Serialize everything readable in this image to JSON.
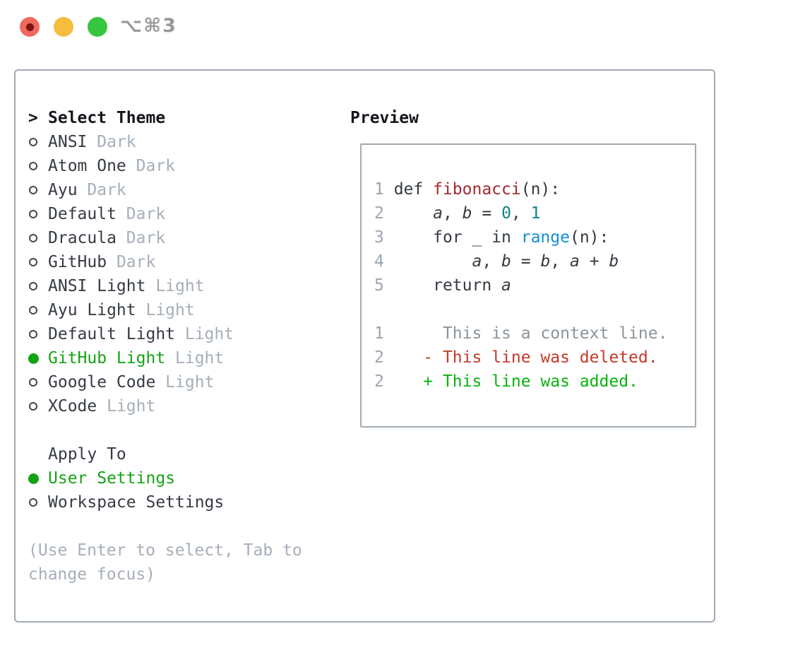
{
  "window": {
    "title": "⌥⌘3",
    "controls": [
      {
        "name": "close",
        "color": "#f1695e",
        "inner_dot_color": "#7d1512"
      },
      {
        "name": "minimize",
        "color": "#f6bd3f"
      },
      {
        "name": "zoom",
        "color": "#37c63f"
      }
    ]
  },
  "colors": {
    "panel_border": "#a2abb4",
    "heading_text": "#14171c",
    "item_text": "#363b44",
    "muted_text": "#a6aeb9",
    "selected_green": "#16a316",
    "line_number": "#9aa5b2",
    "code_plain": "#343a41",
    "function_red": "#a5282e",
    "number_teal": "#0c8289",
    "builtin_blue": "#148fd0",
    "diff_context_gray": "#8b949c",
    "diff_deleted_red": "#c33a2a",
    "diff_added_green": "#09b30e",
    "title_gray": "#97989a"
  },
  "theme_panel": {
    "header_marker": ">",
    "header": "Select Theme",
    "themes": [
      {
        "name": "ANSI",
        "variant": "Dark",
        "selected": false
      },
      {
        "name": "Atom One",
        "variant": "Dark",
        "selected": false
      },
      {
        "name": "Ayu",
        "variant": "Dark",
        "selected": false
      },
      {
        "name": "Default",
        "variant": "Dark",
        "selected": false
      },
      {
        "name": "Dracula",
        "variant": "Dark",
        "selected": false
      },
      {
        "name": "GitHub",
        "variant": "Dark",
        "selected": false
      },
      {
        "name": "ANSI Light",
        "variant": "Light",
        "selected": false
      },
      {
        "name": "Ayu Light",
        "variant": "Light",
        "selected": false
      },
      {
        "name": "Default Light",
        "variant": "Light",
        "selected": false
      },
      {
        "name": "GitHub Light",
        "variant": "Light",
        "selected": true
      },
      {
        "name": "Google Code",
        "variant": "Light",
        "selected": false
      },
      {
        "name": "XCode",
        "variant": "Light",
        "selected": false
      }
    ],
    "apply_to": {
      "header": "Apply To",
      "options": [
        {
          "label": "User Settings",
          "selected": true
        },
        {
          "label": "Workspace Settings",
          "selected": false
        }
      ]
    },
    "hint_line1": "(Use Enter to select, Tab to",
    "hint_line2": "change focus)"
  },
  "preview": {
    "title": "Preview",
    "code_lines": [
      {
        "num": "1",
        "tokens": [
          {
            "text": "def ",
            "type": "kw"
          },
          {
            "text": "fibonacci",
            "type": "fn"
          },
          {
            "text": "(n):",
            "type": "pl"
          }
        ]
      },
      {
        "num": "2",
        "tokens": [
          {
            "text": "    ",
            "type": "pl"
          },
          {
            "text": "a",
            "type": "var"
          },
          {
            "text": ", ",
            "type": "pl"
          },
          {
            "text": "b",
            "type": "var"
          },
          {
            "text": " = ",
            "type": "pl"
          },
          {
            "text": "0",
            "type": "num"
          },
          {
            "text": ", ",
            "type": "pl"
          },
          {
            "text": "1",
            "type": "num"
          }
        ]
      },
      {
        "num": "3",
        "tokens": [
          {
            "text": "    for _ in ",
            "type": "kw"
          },
          {
            "text": "range",
            "type": "bi"
          },
          {
            "text": "(n):",
            "type": "pl"
          }
        ]
      },
      {
        "num": "4",
        "tokens": [
          {
            "text": "        ",
            "type": "pl"
          },
          {
            "text": "a",
            "type": "var"
          },
          {
            "text": ", ",
            "type": "pl"
          },
          {
            "text": "b",
            "type": "var"
          },
          {
            "text": " = ",
            "type": "pl"
          },
          {
            "text": "b",
            "type": "var"
          },
          {
            "text": ", ",
            "type": "pl"
          },
          {
            "text": "a",
            "type": "var"
          },
          {
            "text": " + ",
            "type": "pl"
          },
          {
            "text": "b",
            "type": "var"
          }
        ]
      },
      {
        "num": "5",
        "tokens": [
          {
            "text": "    return ",
            "type": "kw"
          },
          {
            "text": "a",
            "type": "var"
          }
        ]
      }
    ],
    "diff_lines": [
      {
        "num": "1",
        "text": "     This is a context line.",
        "type": "context"
      },
      {
        "num": "2",
        "text": "   - This line was deleted.",
        "type": "deleted"
      },
      {
        "num": "2",
        "text": "   + This line was added.",
        "type": "added"
      }
    ]
  }
}
